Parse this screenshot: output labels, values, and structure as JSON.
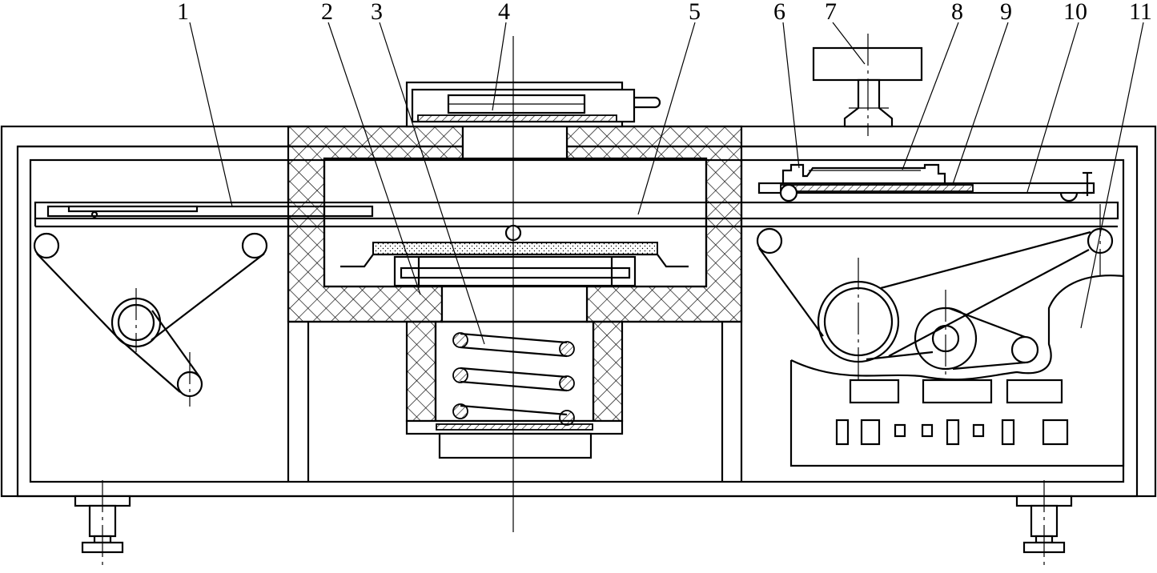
{
  "diagram": {
    "callouts": [
      {
        "id": "callout-1",
        "label": "1"
      },
      {
        "id": "callout-2",
        "label": "2"
      },
      {
        "id": "callout-3",
        "label": "3"
      },
      {
        "id": "callout-4",
        "label": "4"
      },
      {
        "id": "callout-5",
        "label": "5"
      },
      {
        "id": "callout-6",
        "label": "6"
      },
      {
        "id": "callout-7",
        "label": "7"
      },
      {
        "id": "callout-8",
        "label": "8"
      },
      {
        "id": "callout-9",
        "label": "9"
      },
      {
        "id": "callout-10",
        "label": "10"
      },
      {
        "id": "callout-11",
        "label": "11"
      }
    ],
    "colors": {
      "ink": "#000000",
      "paper": "#ffffff"
    }
  }
}
